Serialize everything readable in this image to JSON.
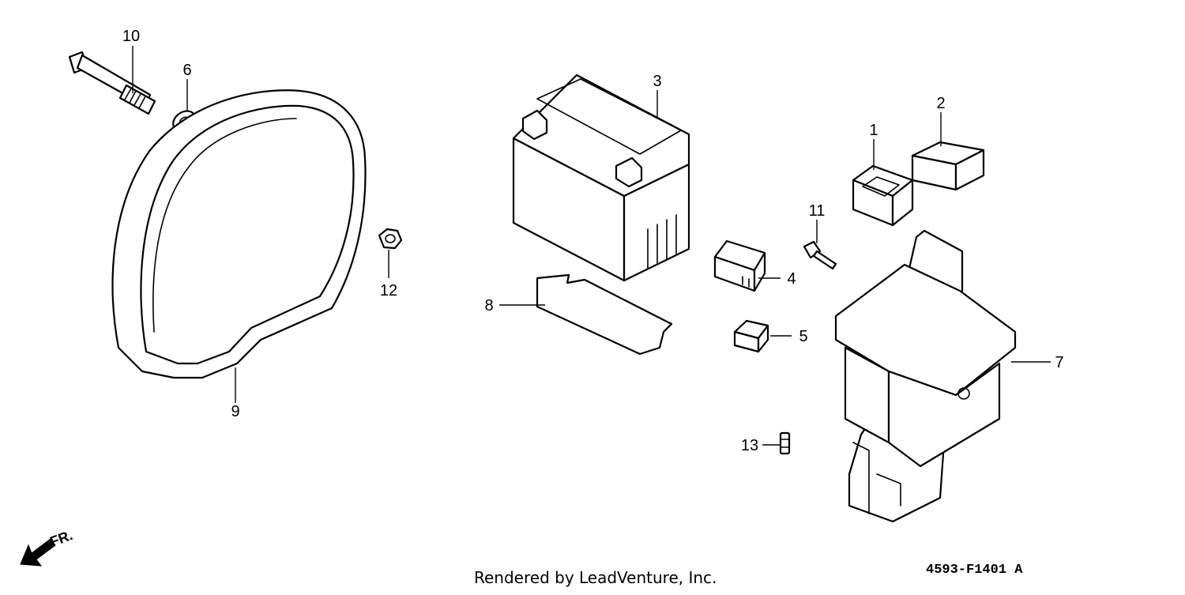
{
  "callouts": [
    {
      "id": "1",
      "label": "1"
    },
    {
      "id": "2",
      "label": "2"
    },
    {
      "id": "3",
      "label": "3"
    },
    {
      "id": "4",
      "label": "4"
    },
    {
      "id": "5",
      "label": "5"
    },
    {
      "id": "6",
      "label": "6"
    },
    {
      "id": "7",
      "label": "7"
    },
    {
      "id": "8",
      "label": "8"
    },
    {
      "id": "9",
      "label": "9"
    },
    {
      "id": "10",
      "label": "10"
    },
    {
      "id": "11",
      "label": "11"
    },
    {
      "id": "12",
      "label": "12"
    },
    {
      "id": "13",
      "label": "13"
    }
  ],
  "direction_label": "FR.",
  "footer": {
    "credit": "Rendered by LeadVenture, Inc.",
    "diagram_code": "4593-F1401 A"
  }
}
